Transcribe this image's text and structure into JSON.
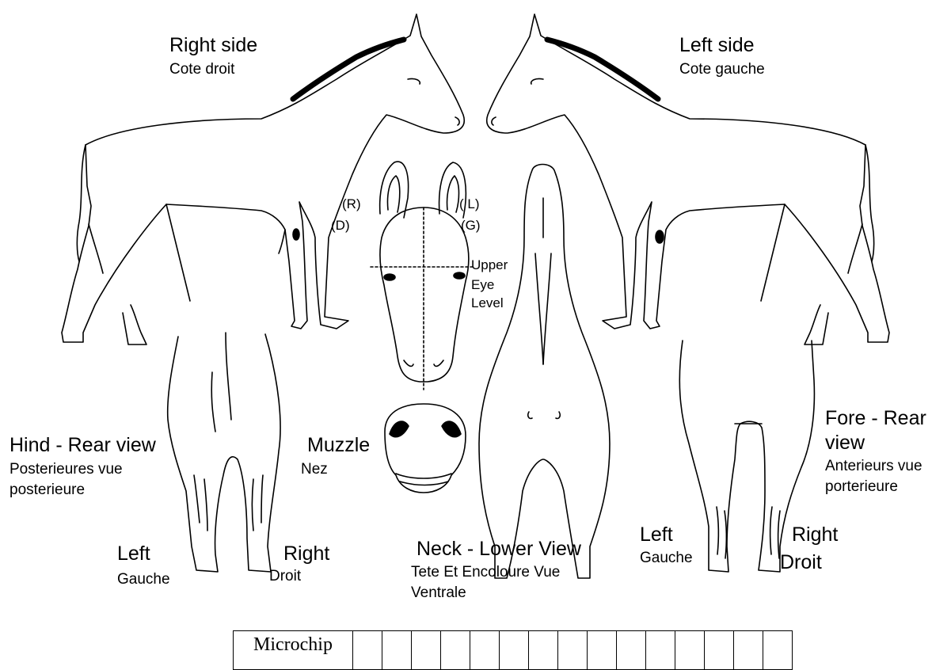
{
  "labels": {
    "right_side": "Right side",
    "right_side_fr": "Cote droit",
    "left_side": "Left side",
    "left_side_fr": "Cote gauche",
    "head_r": "(R)",
    "head_d": "(D)",
    "head_l": "( L)",
    "head_g": "(G)",
    "upper": "Upper",
    "eye": "Eye",
    "level": "Level",
    "hind_rear_view": "Hind - Rear view",
    "hind_fr_1": "Posterieures vue",
    "hind_fr_2": "posterieure",
    "muzzle": "Muzzle",
    "muzzle_fr": "Nez",
    "fore_rear_1": "Fore - Rear",
    "fore_rear_2": "view",
    "fore_fr_1": "Anterieurs vue",
    "fore_fr_2": "porterieure",
    "hind_left": "Left",
    "hind_left_fr": "Gauche",
    "hind_right": "Right",
    "hind_right_fr": "Droit",
    "neck_view": "Neck - Lower View",
    "neck_fr_1": "Tete Et Encoloure Vue",
    "neck_fr_2": "Ventrale",
    "fore_left": "Left",
    "fore_left_fr": "Gauche",
    "fore_right": "Right",
    "fore_right_fr": "Droit"
  },
  "microchip": {
    "label": "Microchip",
    "cells": 15
  }
}
